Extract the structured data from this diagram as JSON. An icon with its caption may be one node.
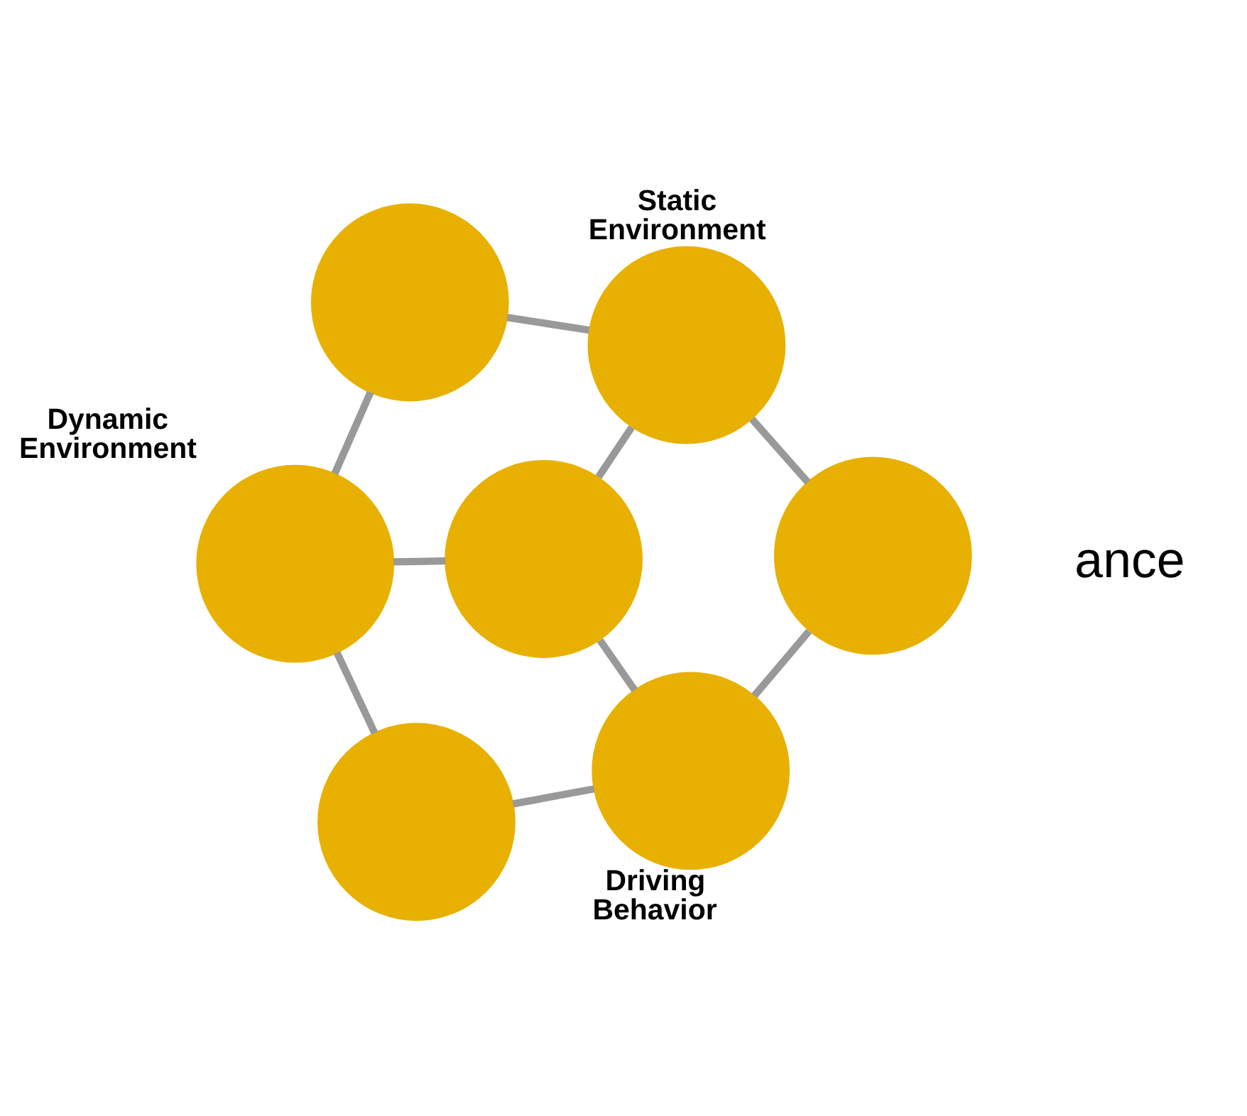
{
  "diagram": {
    "nodes": [
      {
        "text": [
          "Driving Behavior"
        ]
      },
      {
        "text": [],
        "shape": "circle"
      },
      {
        "text": [],
        "shape": "circle"
      },
      {
        "text": [],
        "shape": "circle"
      },
      {
        "text": [
          "Static Environment"
        ]
      },
      {
        "text": [],
        "shape": "circle"
      },
      {
        "text": [
          "Dynamic Environment"
        ]
      }
    ],
    "edges": [
      {
        "from": 0,
        "to": 1,
        "arrow": "none"
      },
      {
        "from": 0,
        "to": 3,
        "arrow": "none"
      },
      {
        "from": 0,
        "to": 2,
        "arrow": "none"
      },
      {
        "from": 1,
        "to": 4,
        "arrow": "none"
      },
      {
        "from": 2,
        "to": 6,
        "arrow": "none"
      },
      {
        "from": 3,
        "to": 4,
        "arrow": "none"
      },
      {
        "from": 3,
        "to": 6,
        "arrow": "none"
      },
      {
        "from": 4,
        "to": 5,
        "arrow": "none"
      },
      {
        "from": 5,
        "to": 6,
        "arrow": "none"
      }
    ],
    "labels": [
      "ance"
    ]
  }
}
